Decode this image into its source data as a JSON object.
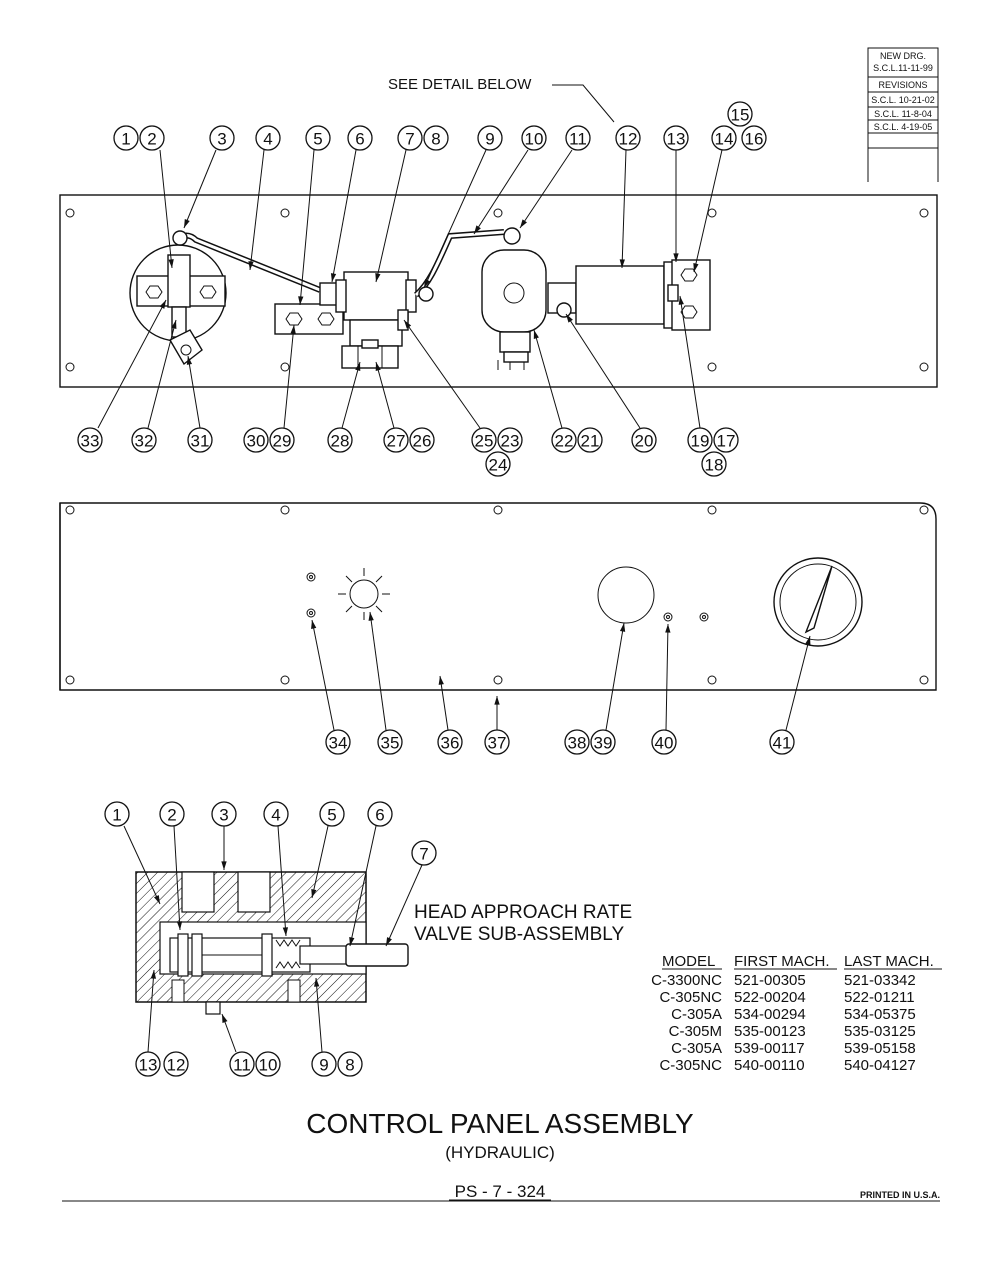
{
  "revision_block": {
    "new_drg_line1": "NEW DRG.",
    "new_drg_line2": "S.C.L.11-11-99",
    "revisions_header": "REVISIONS",
    "rev1": "S.C.L. 10-21-02",
    "rev2": "S.C.L. 11-8-04",
    "rev3": "S.C.L. 4-19-05"
  },
  "see_detail_label": "SEE DETAIL BELOW",
  "panel1_top_callouts": [
    "1",
    "2",
    "3",
    "4",
    "5",
    "6",
    "7",
    "8",
    "9",
    "10",
    "11",
    "12",
    "13",
    "14",
    "15",
    "16"
  ],
  "panel1_bottom_callouts": [
    "33",
    "32",
    "31",
    "30",
    "29",
    "28",
    "27",
    "26",
    "25",
    "23",
    "24",
    "22",
    "21",
    "20",
    "19",
    "17",
    "18"
  ],
  "panel2_callouts": [
    "34",
    "35",
    "36",
    "37",
    "38",
    "39",
    "40",
    "41"
  ],
  "detail_top_callouts": [
    "1",
    "2",
    "3",
    "4",
    "5",
    "6",
    "7"
  ],
  "detail_bottom_callouts": [
    "13",
    "12",
    "11",
    "10",
    "9",
    "8"
  ],
  "detail_title_line1": "HEAD APPROACH RATE",
  "detail_title_line2": "VALVE SUB-ASSEMBLY",
  "model_table": {
    "headers": [
      "MODEL",
      "FIRST MACH.",
      "LAST MACH."
    ],
    "rows": [
      [
        "C-3300NC",
        "521-00305",
        "521-03342"
      ],
      [
        "C-305NC",
        "522-00204",
        "522-01211"
      ],
      [
        "C-305A",
        "534-00294",
        "534-05375"
      ],
      [
        "C-305M",
        "535-00123",
        "535-03125"
      ],
      [
        "C-305A",
        "539-00117",
        "539-05158"
      ],
      [
        "C-305NC",
        "540-00110",
        "540-04127"
      ]
    ]
  },
  "title": "CONTROL PANEL ASSEMBLY",
  "subtitle": "(HYDRAULIC)",
  "page_number": "PS - 7 - 324",
  "printed_note": "PRINTED IN U.S.A."
}
